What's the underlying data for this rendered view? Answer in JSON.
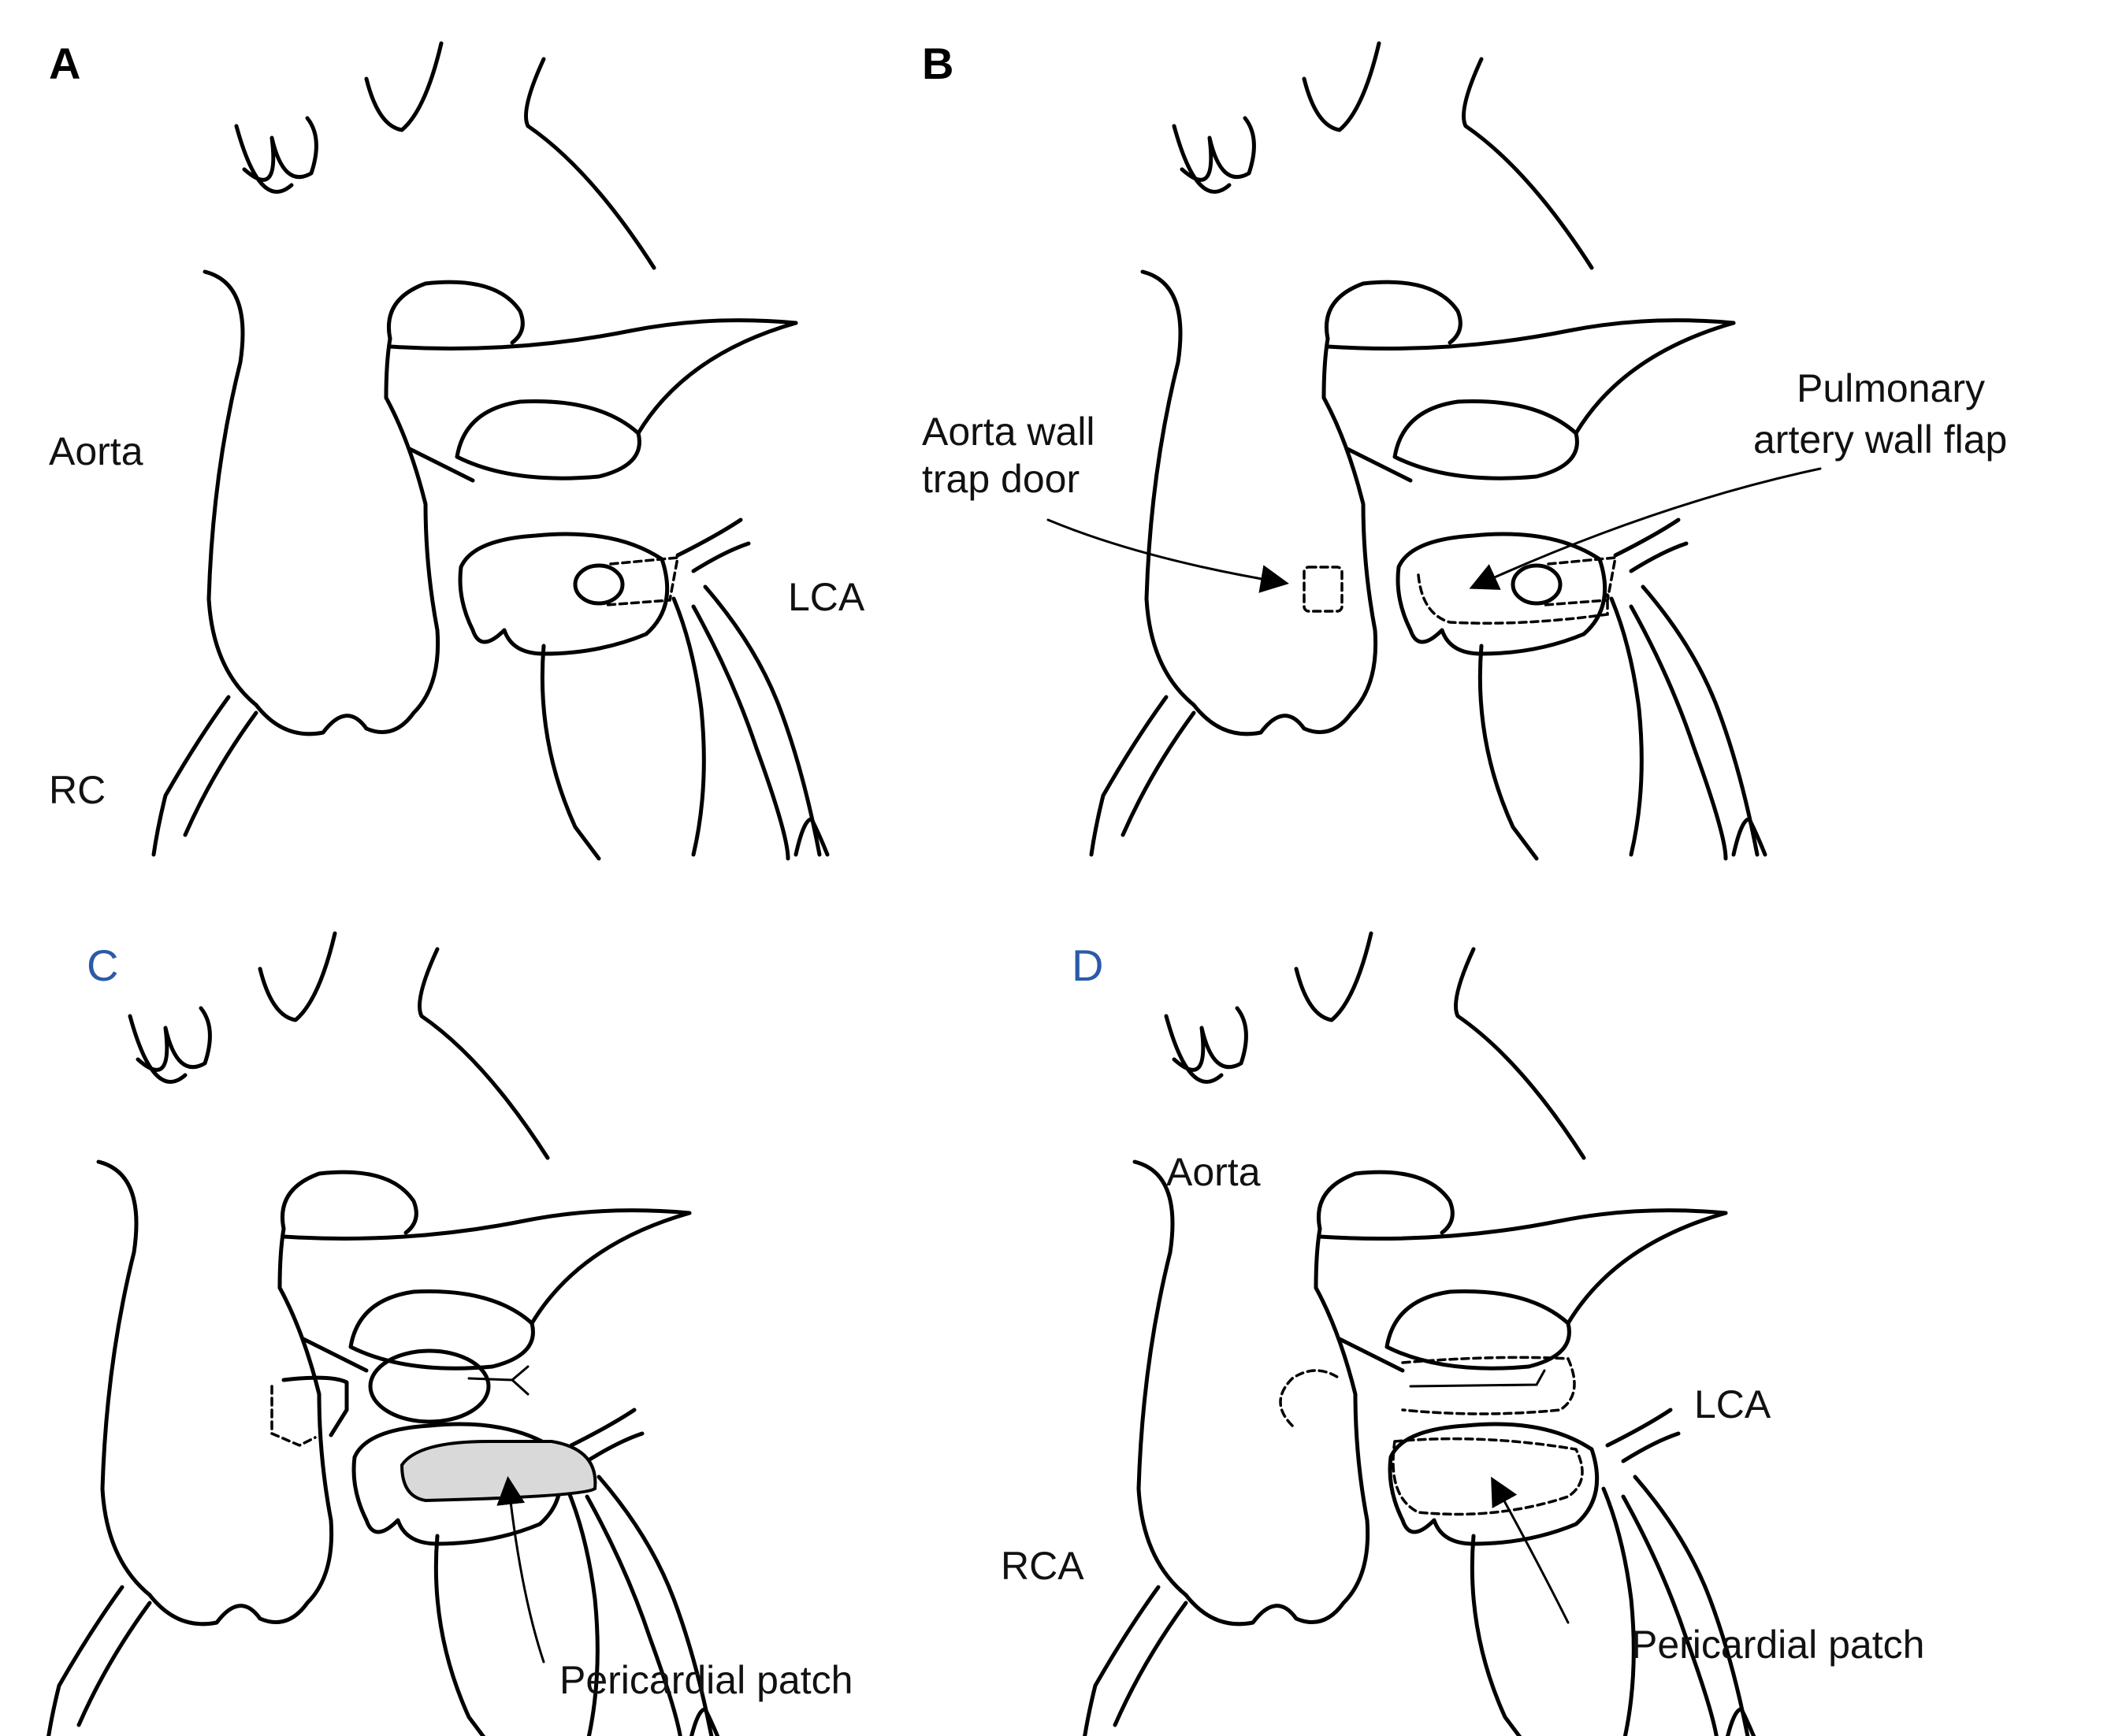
{
  "panels": {
    "a": {
      "letter": "A",
      "labels": {
        "aorta": "Aorta",
        "lca": "LCA",
        "rc": "RC"
      }
    },
    "b": {
      "letter": "B",
      "labels": {
        "aorta_trap_line1": "Aorta wall",
        "aorta_trap_line2": "trap door",
        "pa_flap_line1": "Pulmonary",
        "pa_flap_line2": "artery wall flap"
      }
    },
    "c": {
      "letter": "C",
      "labels": {
        "pericardial_patch": "Pericardial patch"
      }
    },
    "d": {
      "letter": "D",
      "labels": {
        "aorta": "Aorta",
        "lca": "LCA",
        "rca": "RCA",
        "pericardial_patch": "Pericardial patch"
      }
    }
  },
  "colors": {
    "line": "#000000",
    "patch_fill": "#d9d9d9",
    "letter_c_d": "#2b5aa8"
  }
}
